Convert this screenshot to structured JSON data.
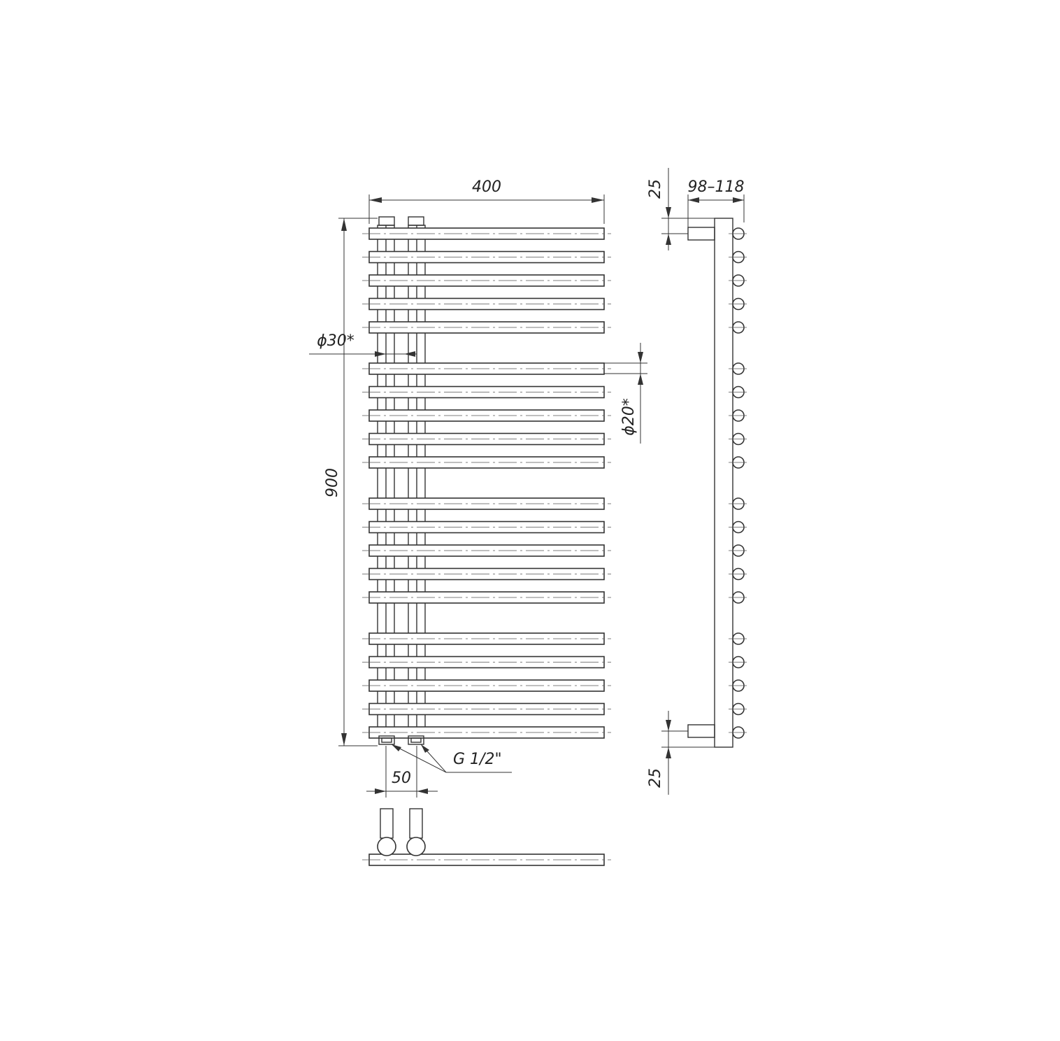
{
  "drawing": {
    "dimensions": {
      "width_label": "400",
      "height_label": "900",
      "collector_diameter_label": "ϕ30*",
      "tube_diameter_label": "ϕ20*",
      "connection_thread_label": "G 1/2\"",
      "connection_spacing_label": "50",
      "wall_offset_top_label": "25",
      "wall_offset_bottom_label": "25",
      "depth_range_label": "98–118"
    },
    "tube_groups": [
      5,
      5,
      5,
      5
    ],
    "colors": {
      "line": "#333333",
      "background": "#ffffff"
    }
  }
}
